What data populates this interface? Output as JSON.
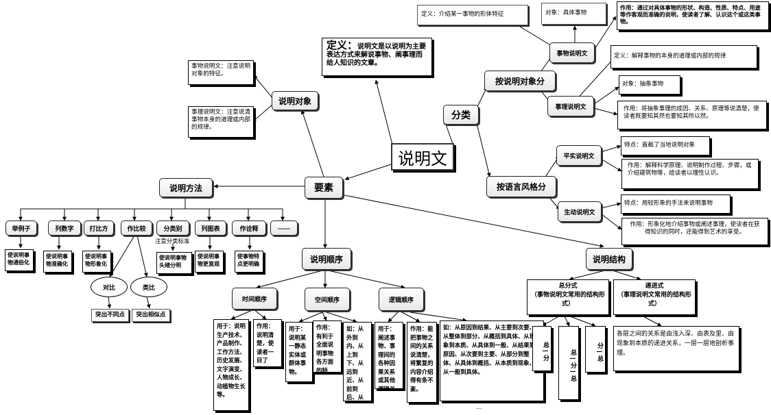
{
  "center": "说明文",
  "definition": {
    "label": "定义：",
    "text": "说明文是以说明为主要表达方式来解说事物、阐事理而给人知识的文章。"
  },
  "object": {
    "label": "说明对象",
    "thing": "事物说明文：注意说明对象的特征。",
    "reason": "事理说明文：注意说清事物本身的道理或内部的规律。"
  },
  "classify": {
    "label": "分类",
    "by_object": {
      "label": "按说明对象分",
      "thing": {
        "label": "事物说明文",
        "definition": "定义：介绍某一事物的形体特征",
        "object": "对象：具体事物",
        "function": "作用：通过对具体事物的形状、构造、性质、特点、用途等作客观而准确的说明，使读者了解、认识这个或这类事物。"
      },
      "reason": {
        "label": "事理说明文",
        "definition": "定义：解释事物的本身的道理或内部的规律",
        "object": "对象：抽象事物",
        "function": "作用：将抽象事理的成因、关系、原理等说清楚，使读者既要知其然也要知其所以然。"
      }
    },
    "by_style": {
      "label": "按语言风格分",
      "plain": {
        "label": "平实说明文",
        "feature": "特点：直截了当地说明对象",
        "function": "作用：解释科学原理、说明制作过程、步骤，或介绍建筑物等，给读者以理性认识。"
      },
      "vivid": {
        "label": "生动说明文",
        "feature": "特点：用较形象的手法来说明事物",
        "function": "作用：形象化地介绍事物或阐述事理，使读者在获得知识的同时，还能得到艺术的享受。"
      }
    }
  },
  "elements": {
    "label": "要素"
  },
  "methods": {
    "label": "说明方法",
    "items": [
      "举例子",
      "列数字",
      "打比方",
      "作比较",
      "分类别",
      "列图表",
      "作诠释",
      "……"
    ],
    "effects": [
      "使说明事物通俗化",
      "使说明事物准确化",
      "使说明事物形象化",
      "使说明事物头绪分明",
      "使说明事物更直观",
      "使事物特点更明确"
    ],
    "note": "注意分类标准",
    "compare": {
      "contrast": "对比",
      "analogy": "类比",
      "contrast_effect": "突出不同点",
      "analogy_effect": "突出相似点"
    }
  },
  "order": {
    "label": "说明顺序",
    "time": {
      "label": "时间顺序",
      "use": "用于：说明生产技术、产品制作、工作方法、历史发展、文字演变、人物成长、动植物生长等。",
      "effect": "作用：说明清楚，使读者一目了然。"
    },
    "space": {
      "label": "空间顺序",
      "use": "用于：说明某一静态实体或群体事物。",
      "effect": "作用：有利于全面说明事物各方面的特征。",
      "example": "如：从外到内、从上到下、从远到近、从前到后、从东到西、从南到北等"
    },
    "logic": {
      "label": "逻辑顺序",
      "use": "用于：阐述事物、事理间的各种因果关系或其他逻辑关系。",
      "effect": "作用：能把事物之间的关系说清楚，将繁复的内容介绍得有条不紊。",
      "example": "如：从原因到结果、从主要到次要、从整体到部分、从概括到具体、从现象到本质、从具体到一般、从结果到原因、从次要到主要、从部分到整体、从具体到概括、从本质到现象、从一般到具体。",
      "dots": "…"
    }
  },
  "structure": {
    "label": "说明结构",
    "total": {
      "title": "总分式",
      "note": "（事物说明文常用的结构形式）",
      "forms": [
        "总—分",
        "总—分—总",
        "分—总"
      ]
    },
    "progressive": {
      "title": "递进式",
      "note": "（事理说明文常用的结构形式）",
      "desc": "各层之间的关系是由浅入深、由表及里、由现象到本质的递进关系，一层一层地剖析事理。"
    }
  }
}
